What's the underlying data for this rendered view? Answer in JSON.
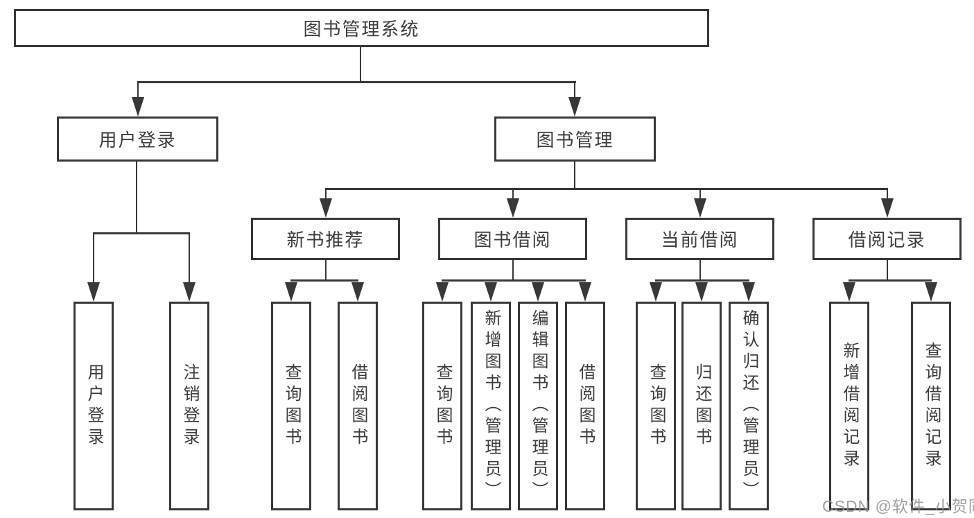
{
  "diagram": {
    "root": {
      "label": "图书管理系统"
    },
    "level2": [
      {
        "id": "user-login",
        "label": "用户登录"
      },
      {
        "id": "book-management",
        "label": "图书管理"
      }
    ],
    "level3": [
      {
        "id": "new-book-recommend",
        "parent": "book-management",
        "label": "新书推荐"
      },
      {
        "id": "book-borrow",
        "parent": "book-management",
        "label": "图书借阅"
      },
      {
        "id": "current-borrow",
        "parent": "book-management",
        "label": "当前借阅"
      },
      {
        "id": "borrow-records",
        "parent": "book-management",
        "label": "借阅记录"
      }
    ],
    "leaves": [
      {
        "parent": "user-login",
        "label": "用户登录"
      },
      {
        "parent": "user-login",
        "label": "注销登录"
      },
      {
        "parent": "new-book-recommend",
        "label": "查询图书"
      },
      {
        "parent": "new-book-recommend",
        "label": "借阅图书"
      },
      {
        "parent": "book-borrow",
        "label": "查询图书"
      },
      {
        "parent": "book-borrow",
        "label": "新增图书（管理员）"
      },
      {
        "parent": "book-borrow",
        "label": "编辑图书（管理员）"
      },
      {
        "parent": "book-borrow",
        "label": "借阅图书"
      },
      {
        "parent": "current-borrow",
        "label": "查询图书"
      },
      {
        "parent": "current-borrow",
        "label": "归还图书"
      },
      {
        "parent": "current-borrow",
        "label": "确认归还（管理员）"
      },
      {
        "parent": "borrow-records",
        "label": "新增借阅记录"
      },
      {
        "parent": "borrow-records",
        "label": "查询借阅记录"
      }
    ],
    "watermark": "CSDN @软件_小贺同学",
    "colors": {
      "line": "#383838",
      "text": "#3c3c3c",
      "watermark": "#8e8e8e",
      "background": "#ffffff"
    }
  }
}
